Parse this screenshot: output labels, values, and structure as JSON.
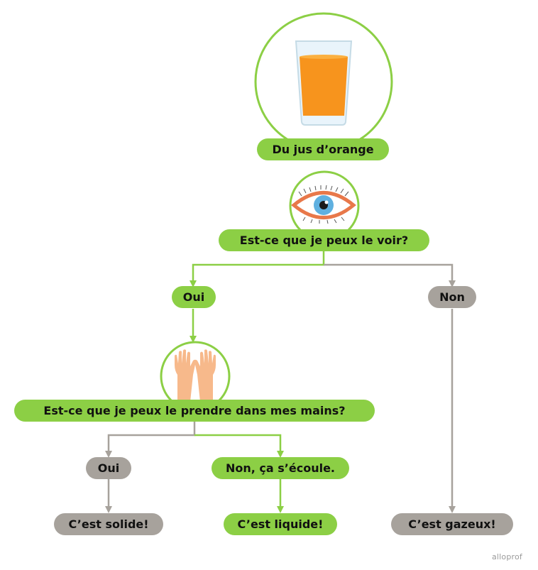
{
  "title_label": "Du jus d’orange",
  "question_see": "Est-ce que je peux le voir?",
  "answer_see_yes": "Oui",
  "answer_see_no": "Non",
  "question_hold": "Est-ce que je peux le prendre dans mes mains?",
  "answer_hold_yes": "Oui",
  "answer_hold_no": "Non, ça s’écoule.",
  "result_solid": "C’est solide!",
  "result_liquid": "C’est liquide!",
  "result_gas": "C’est gazeux!",
  "brand": "alloprof",
  "colors": {
    "green": "#8ccf45",
    "grey": "#a7a29c",
    "orange_juice": "#f7941d",
    "eye_outline": "#e8784a",
    "iris": "#5fb0e0",
    "skin": "#f7b98b"
  },
  "icons": [
    "glass-of-juice-icon",
    "eye-icon",
    "hands-icon"
  ]
}
